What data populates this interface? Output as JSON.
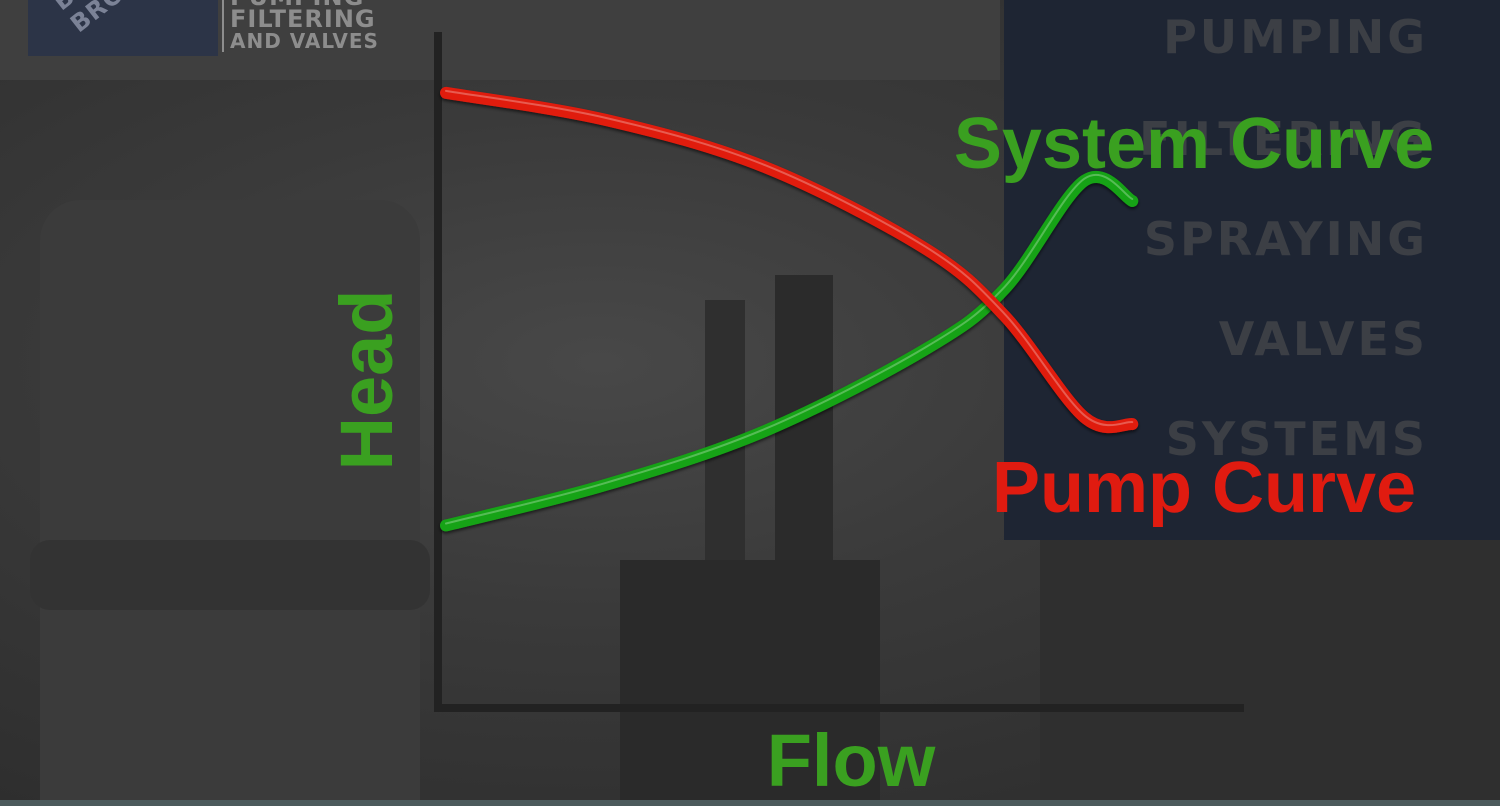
{
  "branding": {
    "logo_lines": [
      "BROOKS",
      "BROOKS"
    ],
    "tagline": [
      "PUMPING",
      "FILTERING",
      "AND VALVES"
    ]
  },
  "panel": {
    "words": [
      "PUMPING",
      "FILTERING",
      "SPRAYING",
      "VALVES",
      "SYSTEMS"
    ]
  },
  "colors": {
    "pump_curve": "#e01b10",
    "system_curve": "#16a316",
    "label_green": "#3aa020",
    "label_red": "#e01b10",
    "panel_bg": "#1e2533",
    "axis": "#262626"
  },
  "chart_data": {
    "type": "line",
    "title": "",
    "xlabel": "Flow",
    "ylabel": "Head",
    "xlim": [
      0,
      100
    ],
    "ylim": [
      0,
      100
    ],
    "grid": false,
    "axis_ticks": false,
    "series": [
      {
        "name": "System Curve",
        "color": "#16a316",
        "x": [
          0,
          20,
          40,
          60,
          70,
          80,
          86
        ],
        "y": [
          27,
          33,
          41,
          53,
          62,
          78,
          75
        ]
      },
      {
        "name": "Pump Curve",
        "color": "#e01b10",
        "x": [
          0,
          20,
          40,
          60,
          70,
          80,
          86
        ],
        "y": [
          91,
          87,
          80,
          68,
          58,
          43,
          42
        ]
      }
    ],
    "series_points_note": null
  }
}
